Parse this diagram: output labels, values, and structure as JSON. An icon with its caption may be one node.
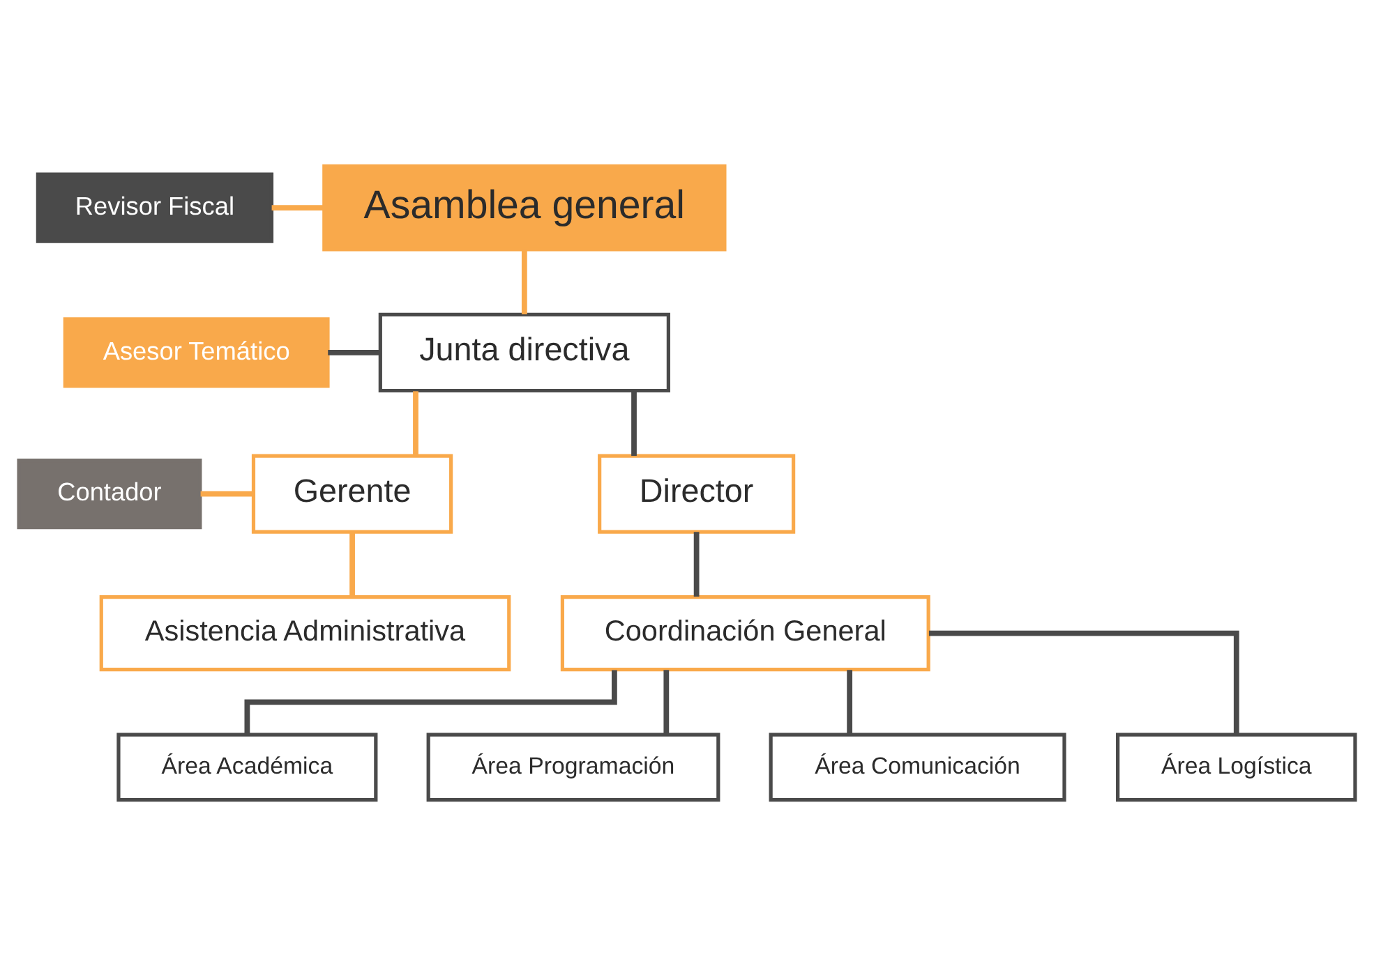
{
  "diagram": {
    "nodes": [
      {
        "text": [
          "Asamblea general"
        ]
      },
      {
        "text": [
          "Revisor Fiscal"
        ]
      },
      {
        "text": [
          "Junta directiva"
        ]
      },
      {
        "text": [
          "Asesor Temático"
        ]
      },
      {
        "text": [
          "Gerente"
        ]
      },
      {
        "text": [
          "Director"
        ]
      },
      {
        "text": [
          "Contador"
        ]
      },
      {
        "text": [
          "Asistencia Administrativa"
        ]
      },
      {
        "text": [
          "Coordinación General"
        ]
      },
      {
        "text": [
          "Área Académica"
        ]
      },
      {
        "text": [
          "Área Programación"
        ]
      },
      {
        "text": [
          "Área Comunicación"
        ]
      },
      {
        "text": [
          "Área Logística"
        ]
      }
    ],
    "edges": [
      {
        "from": 1,
        "to": 0,
        "arrow": "none",
        "color": "#f9a94b"
      },
      {
        "from": 0,
        "to": 2,
        "arrow": "none",
        "color": "#f9a94b"
      },
      {
        "from": 3,
        "to": 2,
        "arrow": "none"
      },
      {
        "from": 2,
        "to": 4,
        "arrow": "none",
        "color": "#f9a94b"
      },
      {
        "from": 2,
        "to": 5,
        "arrow": "none"
      },
      {
        "from": 6,
        "to": 4,
        "arrow": "none",
        "color": "#f9a94b"
      },
      {
        "from": 4,
        "to": 7,
        "arrow": "none",
        "color": "#f9a94b"
      },
      {
        "from": 5,
        "to": 8,
        "arrow": "none"
      },
      {
        "from": 8,
        "to": 9,
        "arrow": "none"
      },
      {
        "from": 8,
        "to": 10,
        "arrow": "none"
      },
      {
        "from": 8,
        "to": 11,
        "arrow": "none"
      },
      {
        "from": 8,
        "to": 12,
        "arrow": "none"
      }
    ]
  }
}
